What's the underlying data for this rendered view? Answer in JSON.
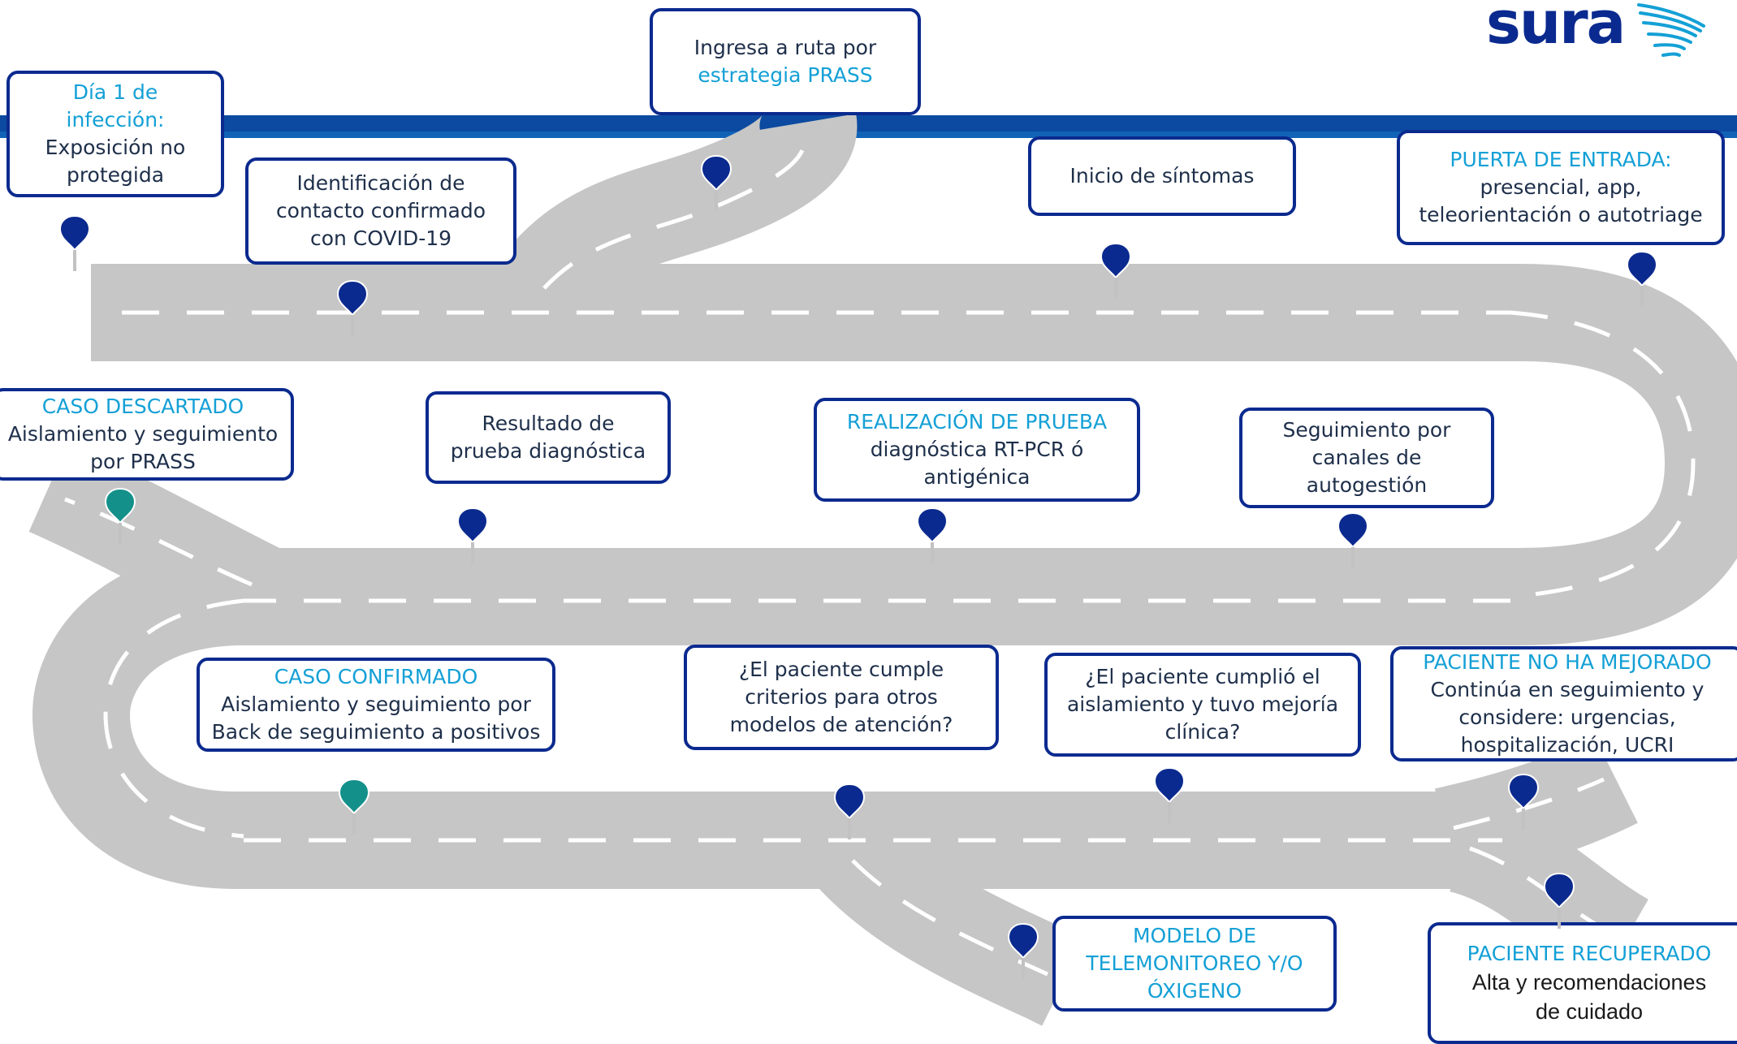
{
  "logo": {
    "text": "sura"
  },
  "colors": {
    "brand_blue": "#0b2a8f",
    "accent_cyan": "#14a0d6",
    "road": "#c6c6c6",
    "pin_blue": "#0b2a8f",
    "pin_teal": "#14908a"
  },
  "steps": {
    "dia1": {
      "line1": "Día 1 de",
      "line2": "infección:",
      "line3": "Exposición no",
      "line4": "protegida"
    },
    "identificacion": {
      "line1": "Identificación de",
      "line2": "contacto confirmado",
      "line3": "con COVID-19"
    },
    "ingresa": {
      "line1": "Ingresa a ruta por",
      "line2": "estrategia PRASS"
    },
    "inicio": {
      "line1": "Inicio de síntomas"
    },
    "puerta": {
      "line1": "PUERTA DE ENTRADA:",
      "line2": "presencial, app,",
      "line3": "teleorientación o autotriage"
    },
    "descartado": {
      "line1": "CASO DESCARTADO",
      "line2": "Aislamiento y seguimiento",
      "line3": "por PRASS"
    },
    "resultado": {
      "line1": "Resultado de",
      "line2": "prueba diagnóstica"
    },
    "realizacion": {
      "line1": "REALIZACIÓN DE PRUEBA",
      "line2": "diagnóstica RT-PCR ó",
      "line3": "antigénica"
    },
    "seguimiento": {
      "line1": "Seguimiento por",
      "line2": "canales de",
      "line3": "autogestión"
    },
    "confirmado": {
      "line1": "CASO CONFIRMADO",
      "line2": "Aislamiento y seguimiento por",
      "line3": "Back de seguimiento a positivos"
    },
    "cumple": {
      "line1": "¿El paciente cumple",
      "line2": "criterios para otros",
      "line3": "modelos de atención?"
    },
    "cumplio": {
      "line1": "¿El paciente cumplió el",
      "line2": "aislamiento y tuvo mejoría",
      "line3": "clínica?"
    },
    "nomejorado": {
      "line1": "PACIENTE NO HA MEJORADO",
      "line2": "Continúa en seguimiento  y",
      "line3": "considere: urgencias,",
      "line4": "hospitalización, UCRI"
    },
    "telemonitoreo": {
      "line1": "MODELO DE",
      "line2": "TELEMONITOREO Y/O",
      "line3": "ÓXIGENO"
    },
    "recuperado": {
      "line1": "PACIENTE RECUPERADO",
      "line2": "Alta y recomendaciones",
      "line3": "de cuidado"
    }
  }
}
